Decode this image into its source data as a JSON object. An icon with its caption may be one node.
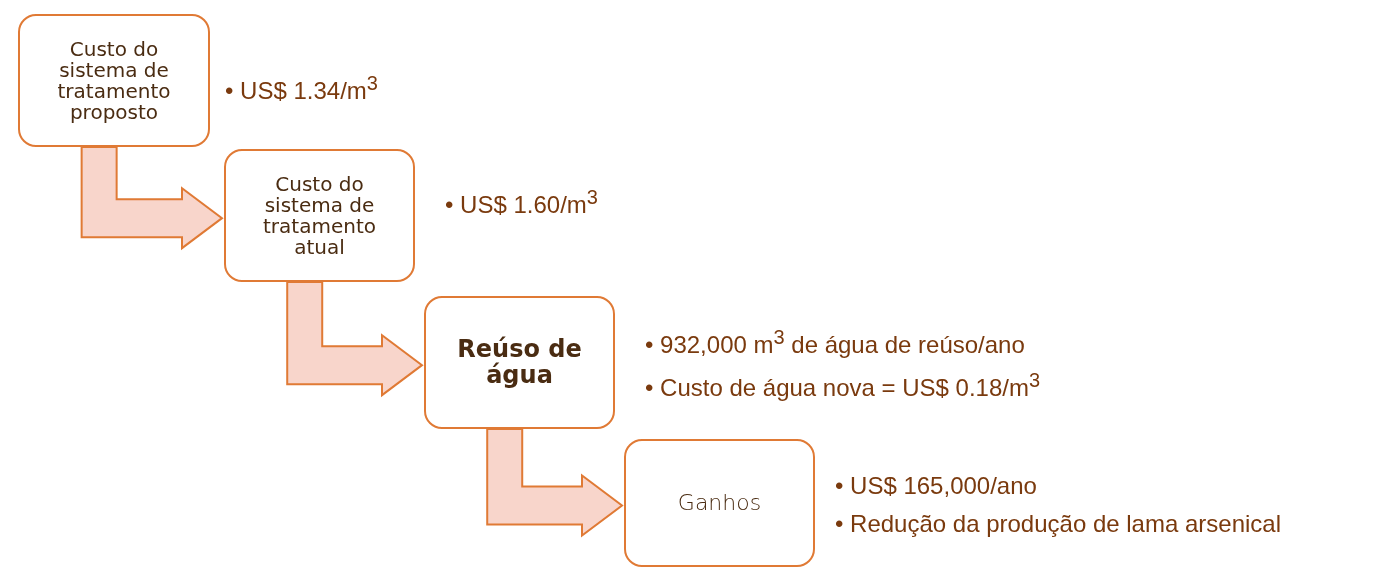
{
  "diagram": {
    "nodes": [
      {
        "text": [
          "Custo do sistema de tratamento proposto"
        ],
        "beside": [
          "• US$ 1.34/m$^{3}$"
        ]
      },
      {
        "text": [
          "Custo do sistema de tratamento atual"
        ],
        "beside": [
          "• US$ 1.60/m$^{3}$"
        ]
      },
      {
        "text": [
          "Reúso de água"
        ],
        "beside": [
          "• 932,000 m$^{3}$ de água de reúso/ano",
          "• Custo de água nova = US$ 0.18/m$^{3}$"
        ]
      },
      {
        "text": [
          "Ganhos"
        ],
        "beside": [
          "• US$ 165,000/ano",
          "• Redução da produção de lama arsenical"
        ]
      }
    ],
    "edges": [
      {
        "from": 0,
        "to": 1,
        "arrow": "to",
        "style": "thick"
      },
      {
        "from": 1,
        "to": 2,
        "arrow": "to",
        "style": "thick"
      },
      {
        "from": 2,
        "to": 3,
        "arrow": "to",
        "style": "thick"
      }
    ]
  }
}
